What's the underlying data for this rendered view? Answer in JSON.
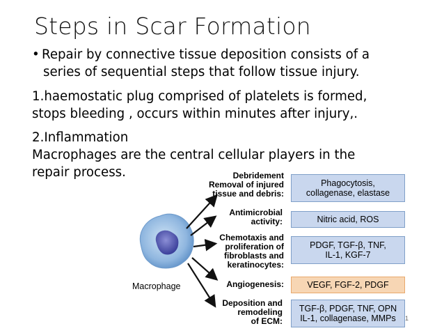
{
  "slide": {
    "title": "Steps in Scar Formation",
    "bullet_1_line_1": "Repair by connective tissue deposition consists of a",
    "bullet_1_line_2": "series of sequential steps that follow tissue injury.",
    "step_1_line_1": "1.haemostatic plug comprised of platelets is formed,",
    "step_1_line_2": "stops bleeding , occurs within minutes after injury,.",
    "step_2_heading": "2.Inflammation",
    "step_2_line_1": "Macrophages are the central cellular players in the",
    "step_2_line_2": "repair process.",
    "page_number": "1"
  },
  "diagram": {
    "cell_label": "Macrophage",
    "functions": [
      {
        "label_lines": [
          "Debridement",
          "Removal of injured",
          "tissue and debris:"
        ],
        "mediators": [
          "Phagocytosis,",
          "collagenase, elastase"
        ],
        "color": "#c9d7ee"
      },
      {
        "label_lines": [
          "Antimicrobial",
          "activity:"
        ],
        "mediators": [
          "Nitric acid, ROS"
        ],
        "color": "#c9d7ee"
      },
      {
        "label_lines": [
          "Chemotaxis and",
          "proliferation of",
          "fibroblasts and",
          "keratinocytes:"
        ],
        "mediators": [
          "PDGF, TGF-β, TNF,",
          "IL-1, KGF-7"
        ],
        "color": "#c9d7ee"
      },
      {
        "label_lines": [
          "Angiogenesis:"
        ],
        "mediators": [
          "VEGF, FGF-2, PDGF"
        ],
        "color": "#f7d6b4"
      },
      {
        "label_lines": [
          "Deposition and",
          "remodeling",
          "of ECM:"
        ],
        "mediators": [
          "TGF-β, PDGF, TNF, OPN",
          "IL-1, collagenase, MMPs"
        ],
        "color": "#c9d7ee"
      }
    ]
  }
}
